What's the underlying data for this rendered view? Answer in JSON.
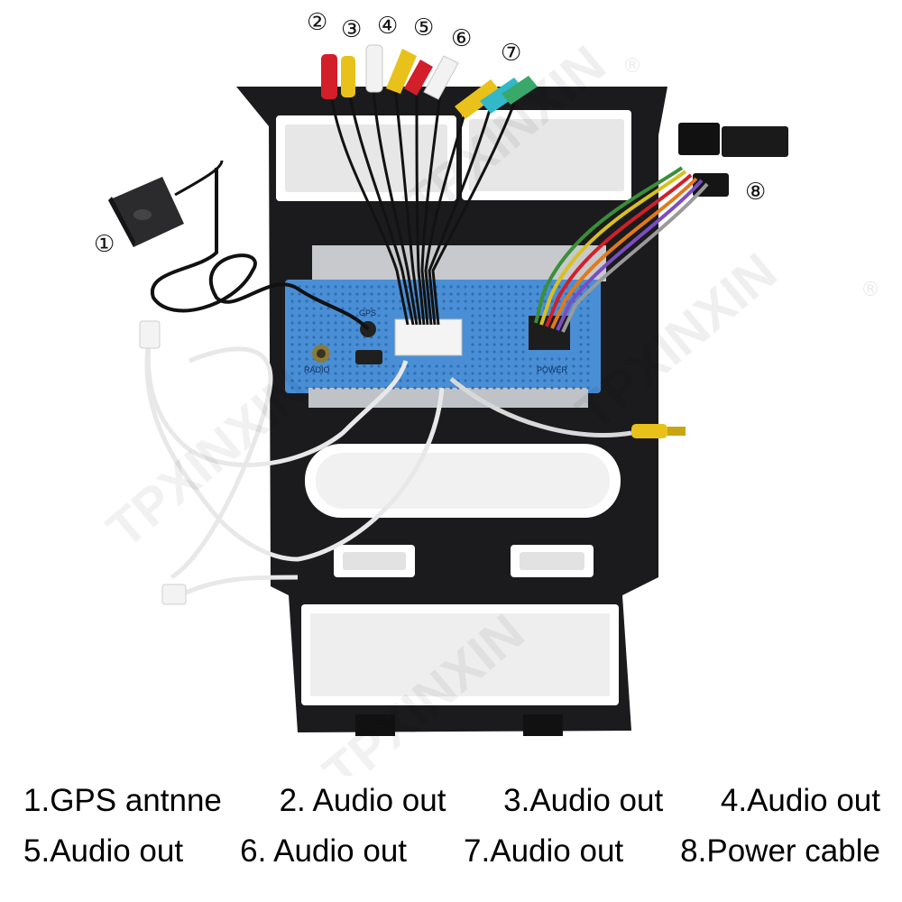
{
  "callouts": [
    "②",
    "③",
    "④",
    "⑤",
    "⑥",
    "⑦",
    "⑧",
    "①"
  ],
  "watermark": "TPXINXIN",
  "watermark_mark": "®",
  "captions": {
    "row1": [
      "1.GPS antnne",
      "2. Audio out",
      "3.Audio out",
      "4.Audio out"
    ],
    "row2": [
      "5.Audio out",
      "6. Audio out",
      "7.Audio out",
      "8.Power cable"
    ]
  },
  "unit_labels": {
    "gps": "GPS",
    "radio": "RADIO",
    "power": "POWER"
  },
  "colors": {
    "frame": "#1b1b1d",
    "unit": "#4a8fd6",
    "rca_red": "#d21f2a",
    "rca_yellow": "#e8c21a",
    "rca_white": "#f2f2f2",
    "rca_green": "#3aa86a",
    "rca_cyan": "#33b8c9"
  }
}
